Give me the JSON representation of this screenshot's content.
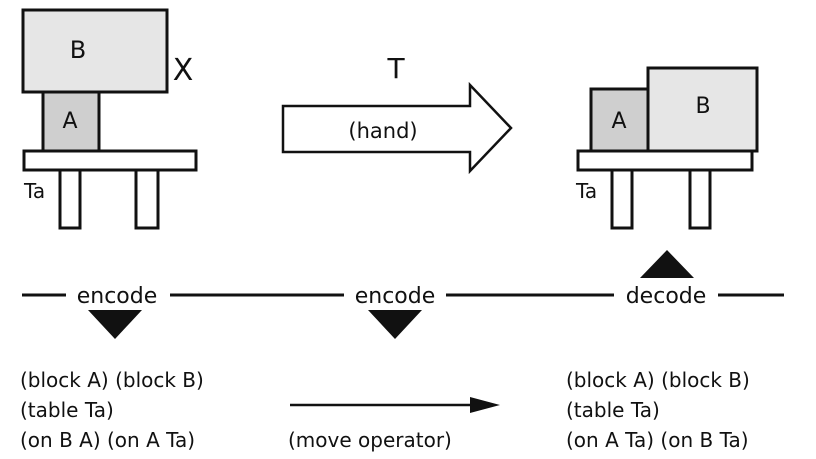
{
  "initial_state": {
    "block_top": "B",
    "block_bottom": "A",
    "table": "Ta",
    "mark": "X"
  },
  "transition": {
    "label": "T",
    "arrow_text": "(hand)"
  },
  "goal_state": {
    "block_left": "A",
    "block_right": "B",
    "table": "Ta"
  },
  "process_line": {
    "left_label": "encode",
    "middle_label": "encode",
    "right_label": "decode"
  },
  "initial_predicates": [
    "(block A) (block B)",
    "(table Ta)",
    "(on B A) (on A Ta)"
  ],
  "operator_label": "(move operator)",
  "goal_predicates": [
    "(block A) (block B)",
    "(table Ta)",
    "(on A Ta) (on B Ta)"
  ],
  "colors": {
    "block_top": "#e6e6e6",
    "block_small": "#cfcfcf",
    "line": "#111111"
  }
}
